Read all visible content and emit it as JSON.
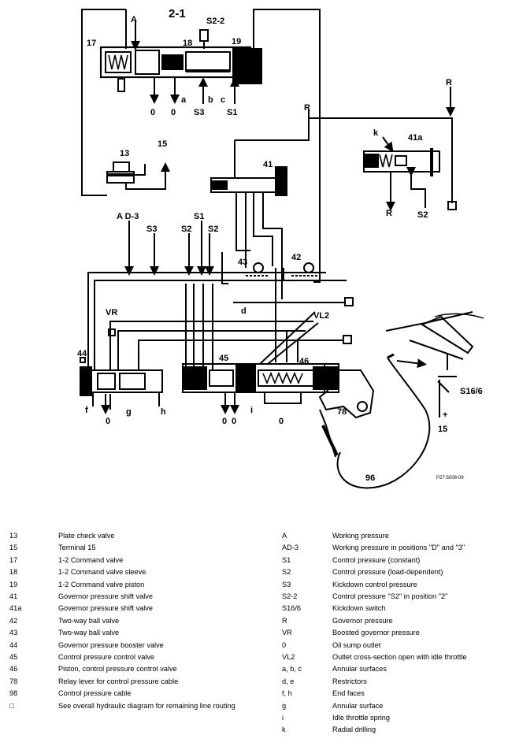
{
  "diagram": {
    "title": "2-1",
    "labels": {
      "n17": "17",
      "A": "A",
      "n18": "18",
      "S2_2": "S2-2",
      "n19": "19",
      "a": "a",
      "b": "b",
      "c": "c",
      "o1": "0",
      "o2": "0",
      "S3": "S3",
      "S1": "S1",
      "R_top": "R",
      "R_right": "R",
      "k": "k",
      "n41a": "41a",
      "R_low": "R",
      "S2_right": "S2",
      "n13": "13",
      "n15": "15",
      "n41": "41",
      "AD3": "A D-3",
      "S3b": "S3",
      "S1b": "S1",
      "S2a": "S2",
      "S2b": "S2",
      "n43": "43",
      "n42": "42",
      "d": "d",
      "VR": "VR",
      "VL2": "VL2",
      "n44": "44",
      "n45": "45",
      "n46": "46",
      "f": "f",
      "g": "g",
      "h": "h",
      "i": "i",
      "o3": "0",
      "o4": "0",
      "o5": "0",
      "o6": "0",
      "n78": "78",
      "n96": "96",
      "S16_6": "S16/6",
      "n15b": "15",
      "plus": "+",
      "ref": "P27-5008-09"
    }
  },
  "legend": {
    "left": [
      {
        "key": "13",
        "text": "Plate check valve"
      },
      {
        "key": "15",
        "text": "Terminal 15"
      },
      {
        "key": "17",
        "text": "1-2 Command valve"
      },
      {
        "key": "18",
        "text": "1-2 Command valve sleeve"
      },
      {
        "key": "19",
        "text": "1-2 Command valve piston"
      },
      {
        "key": "41",
        "text": "Governor pressure shift valve"
      },
      {
        "key": "41a",
        "text": "Governor pressure shift valve"
      },
      {
        "key": "42",
        "text": "Two-way ball valve"
      },
      {
        "key": "43",
        "text": "Two-way ball valve"
      },
      {
        "key": "44",
        "text": "Governor pressure booster valve"
      },
      {
        "key": "45",
        "text": "Control pressure control valve"
      },
      {
        "key": "46",
        "text": "Piston, control pressure control valve"
      },
      {
        "key": "78",
        "text": "Relay lever for control pressure cable"
      },
      {
        "key": "98",
        "text": "Control pressure cable"
      },
      {
        "key": "□",
        "text": "See overall hydraulic diagram for remaining line routing"
      }
    ],
    "right": [
      {
        "key": "A",
        "text": "Working pressure"
      },
      {
        "key": "AD-3",
        "text": "Working pressure in positions \"D\" and \"3\""
      },
      {
        "key": "S1",
        "text": "Control pressure (constant)"
      },
      {
        "key": "S2",
        "text": "Control pressure (load-dependent)"
      },
      {
        "key": "S3",
        "text": "Kickdown control pressure"
      },
      {
        "key": "S2-2",
        "text": "Control pressure \"S2\" in position \"2\""
      },
      {
        "key": "S16/6",
        "text": "Kickdown switch"
      },
      {
        "key": "R",
        "text": "Governor pressure"
      },
      {
        "key": "VR",
        "text": "Boosted governor pressure"
      },
      {
        "key": "0",
        "text": "Oil sump outlet"
      },
      {
        "key": "VL2",
        "text": "Outlet cross-section open with idle throttle"
      },
      {
        "key": "a, b, c",
        "text": "Annular surfaces"
      },
      {
        "key": "d, e",
        "text": "Restrictors"
      },
      {
        "key": "f, h",
        "text": "End faces"
      },
      {
        "key": "g",
        "text": "Annular surface"
      },
      {
        "key": "i",
        "text": "Idle throttle spring"
      },
      {
        "key": "k",
        "text": "Radial drilling"
      }
    ]
  }
}
